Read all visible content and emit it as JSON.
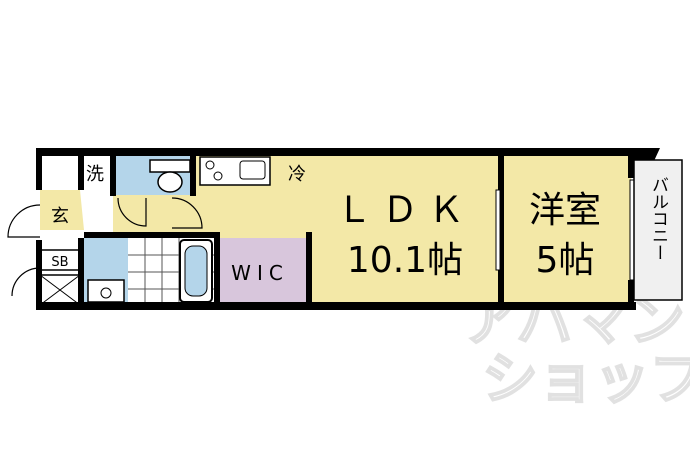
{
  "rooms": {
    "ldk": {
      "name": "ＬＤＫ",
      "size": "10.1帖"
    },
    "western": {
      "name": "洋室",
      "size": "5帖"
    },
    "wic": {
      "name": "WIC"
    },
    "balcony": {
      "name": "バルコニー"
    },
    "entrance": {
      "name": "玄"
    },
    "shoe_box": {
      "name": "SB"
    },
    "laundry": {
      "name": "洗"
    },
    "fridge": {
      "name": "冷"
    }
  },
  "watermark": {
    "line1": "アパマン",
    "line2": "ショップ"
  },
  "colors": {
    "ldk": "#f3e8a7",
    "wic": "#d8c6dc",
    "wet_area": "#b4d5ea",
    "wall": "#000000",
    "balcony": "#f0f0f0"
  }
}
